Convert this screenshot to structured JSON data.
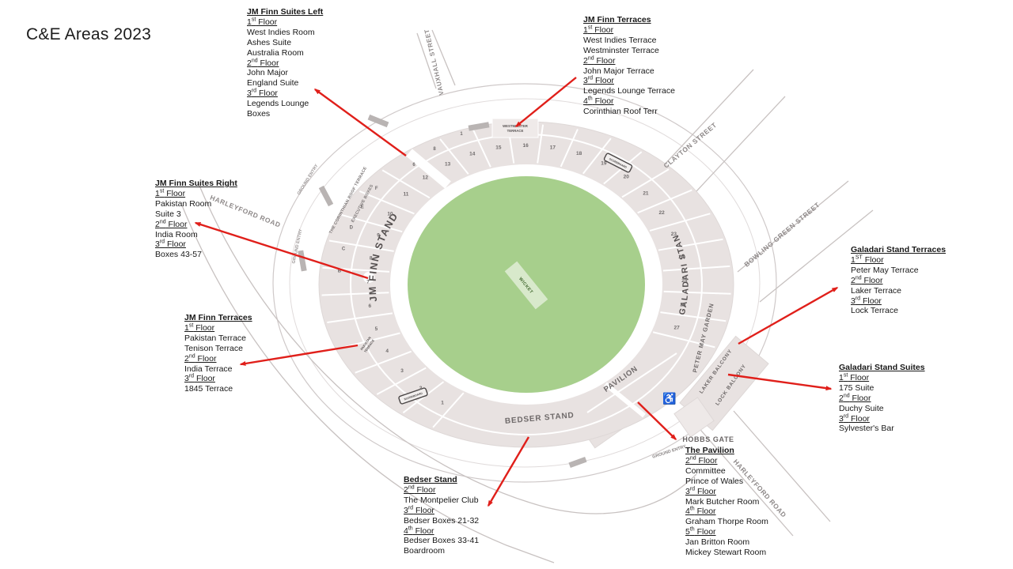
{
  "title": "C&E Areas 2023",
  "legend": {
    "blocks": [
      {
        "title": "JM Finn Suites Left",
        "lines": [
          {
            "text": "1st Floor",
            "underline": true
          },
          {
            "text": "West Indies Room"
          },
          {
            "text": "Ashes Suite"
          },
          {
            "text": "Australia Room"
          },
          {
            "text": "2nd Floor",
            "underline": true
          },
          {
            "text": "John Major"
          },
          {
            "text": "England Suite"
          },
          {
            "text": "3rd Floor",
            "underline": true
          },
          {
            "text": "Legends Lounge"
          },
          {
            "text": "Boxes"
          }
        ]
      },
      {
        "title": "JM Finn Terraces",
        "lines": [
          {
            "text": "1st Floor",
            "underline": true
          },
          {
            "text": "West Indies Terrace"
          },
          {
            "text": "Westminster Terrace"
          },
          {
            "text": "2nd Floor",
            "underline": true
          },
          {
            "text": "John Major Terrace"
          },
          {
            "text": "3rd Floor",
            "underline": true
          },
          {
            "text": "Legends Lounge Terrace"
          },
          {
            "text": "4th Floor",
            "underline": true
          },
          {
            "text": "Corinthian Roof Terr"
          }
        ]
      },
      {
        "title": "JM Finn Suites Right",
        "lines": [
          {
            "text": "1st Floor",
            "underline": true
          },
          {
            "text": "Pakistan Room"
          },
          {
            "text": "Suite 3"
          },
          {
            "text": "2nd Floor",
            "underline": true
          },
          {
            "text": "India Room"
          },
          {
            "text": "3rd Floor",
            "underline": true
          },
          {
            "text": "Boxes 43-57"
          }
        ]
      },
      {
        "title": "JM Finn Terraces",
        "lines": [
          {
            "text": "1st Floor",
            "underline": true
          },
          {
            "text": "Pakistan Terrace"
          },
          {
            "text": "Tenison Terrace"
          },
          {
            "text": "2nd Floor",
            "underline": true
          },
          {
            "text": "India Terrace"
          },
          {
            "text": "3rd Floor",
            "underline": true
          },
          {
            "text": "1845 Terrace"
          }
        ]
      },
      {
        "title": "Galadari Stand Terraces",
        "lines": [
          {
            "text": "1ST Floor",
            "underline": true
          },
          {
            "text": "Peter May Terrace"
          },
          {
            "text": "2nd Floor",
            "underline": true
          },
          {
            "text": "Laker Terrace"
          },
          {
            "text": "3rd Floor",
            "underline": true
          },
          {
            "text": "Lock Terrace"
          }
        ]
      },
      {
        "title": "Galadari Stand Suites",
        "lines": [
          {
            "text": "1st Floor",
            "underline": true
          },
          {
            "text": "175 Suite"
          },
          {
            "text": "2nd Floor",
            "underline": true
          },
          {
            "text": "Duchy Suite"
          },
          {
            "text": "3rd Floor",
            "underline": true
          },
          {
            "text": "Sylvester's Bar"
          }
        ]
      },
      {
        "title": "The Pavilion",
        "lines": [
          {
            "text": "2nd Floor",
            "underline": true
          },
          {
            "text": "Committee"
          },
          {
            "text": "Prince of Wales"
          },
          {
            "text": "3rd Floor",
            "underline": true
          },
          {
            "text": "Mark Butcher Room"
          },
          {
            "text": "4th Floor",
            "underline": true
          },
          {
            "text": "Graham Thorpe Room"
          },
          {
            "text": "5th Floor",
            "underline": true
          },
          {
            "text": "Jan Britton Room"
          },
          {
            "text": "Mickey Stewart Room"
          }
        ]
      },
      {
        "title": "Bedser Stand",
        "lines": [
          {
            "text": "2nd Floor",
            "underline": true
          },
          {
            "text": "The Montpelier Club"
          },
          {
            "text": "3rd Floor",
            "underline": true
          },
          {
            "text": "Bedser Boxes 21-32"
          },
          {
            "text": "4th Floor",
            "underline": true
          },
          {
            "text": "Bedser Boxes 33-41"
          },
          {
            "text": "Boardroom"
          }
        ]
      }
    ]
  },
  "map": {
    "labels": {
      "jm_finn_stand": "JM FINN STAND",
      "corinthian": "THE CORINTHIAN ROOF TERRACE",
      "executive_boxes": "EXECUTIVE BOXES",
      "galadari_stand": "GALADARI STAND",
      "peter_may_garden": "PETER MAY GARDEN",
      "laker_balcony": "LAKER BALCONY",
      "lock_balcony": "LOCK BALCONY",
      "pavilion": "PAVILION",
      "bedser_stand": "BEDSER STAND",
      "wicket": "WICKET",
      "hobbs_gate": "HOBBS GATE",
      "westminster_1": "WESTMINSTER",
      "westminster_2": "TERRACE",
      "pakistan_1": "PAKISTAN",
      "pakistan_2": "TERRACE",
      "ground_entry": "GROUND ENTRY",
      "scoreboard": "SCOREBOARD",
      "vauxhall_street": "VAUXHALL STREET",
      "clayton_street": "CLAYTON STREET",
      "bowling_green_street": "BOWLING GREEN STREET",
      "harleyford_road": "HARLEYFORD ROAD",
      "wheelchair_icon": "♿"
    },
    "section_numbers": [
      "1",
      "2",
      "3",
      "4",
      "5",
      "6",
      "7",
      "8",
      "9",
      "10",
      "11",
      "12",
      "13",
      "14",
      "15",
      "16",
      "17",
      "18",
      "19",
      "20",
      "21",
      "22",
      "23",
      "24",
      "25",
      "26",
      "27"
    ],
    "tier_letters": [
      "F",
      "E",
      "D",
      "C",
      "B"
    ],
    "upper_numbers": [
      "6",
      "8",
      "1"
    ],
    "colors": {
      "field": "#a7cf8c",
      "stand": "#e8e2e1",
      "arrow": "#e01f1a",
      "road": "#c8c2c1"
    }
  }
}
